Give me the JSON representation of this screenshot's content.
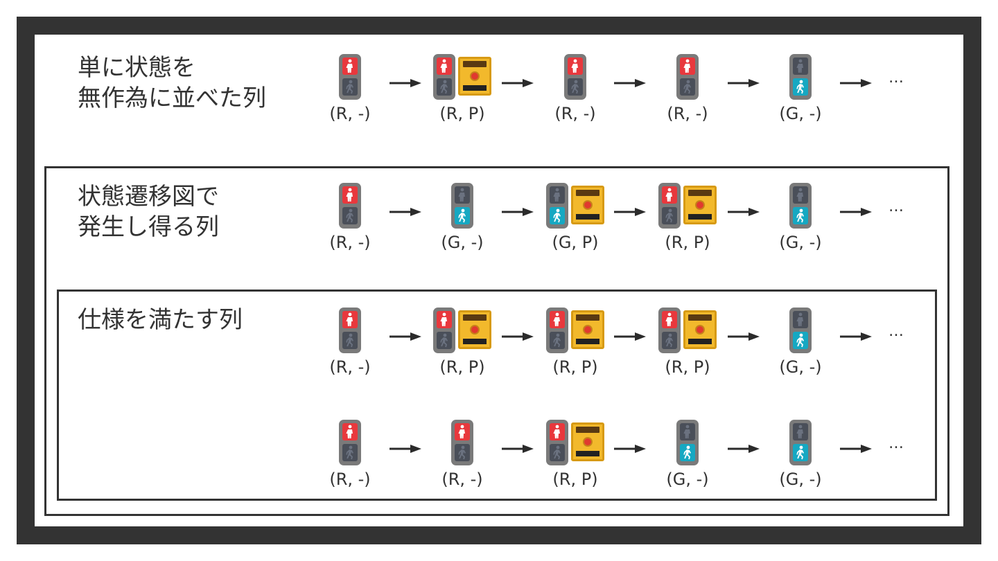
{
  "colors": {
    "frame": "#333333",
    "red_on": "#e8383d",
    "lamp_off": "#4a4f59",
    "green_on": "#16a8c2",
    "button_panel": "#f2b92c"
  },
  "sections": [
    {
      "title": "単に状態を\n無作為に並べた列",
      "rows": [
        {
          "states": [
            {
              "light": "R",
              "button": false,
              "label": "(R, -)"
            },
            {
              "light": "R",
              "button": true,
              "label": "(R, P)"
            },
            {
              "light": "R",
              "button": false,
              "label": "(R, -)"
            },
            {
              "light": "R",
              "button": false,
              "label": "(R, -)"
            },
            {
              "light": "G",
              "button": false,
              "label": "(G, -)"
            }
          ]
        }
      ]
    },
    {
      "title": "状態遷移図で\n発生し得る列",
      "rows": [
        {
          "states": [
            {
              "light": "R",
              "button": false,
              "label": "(R, -)"
            },
            {
              "light": "G",
              "button": false,
              "label": "(G, -)"
            },
            {
              "light": "G",
              "button": true,
              "label": "(G, P)"
            },
            {
              "light": "R",
              "button": true,
              "label": "(R, P)"
            },
            {
              "light": "G",
              "button": false,
              "label": "(G, -)"
            }
          ]
        }
      ]
    },
    {
      "title": "仕様を満たす列",
      "rows": [
        {
          "states": [
            {
              "light": "R",
              "button": false,
              "label": "(R, -)"
            },
            {
              "light": "R",
              "button": true,
              "label": "(R, P)"
            },
            {
              "light": "R",
              "button": true,
              "label": "(R, P)"
            },
            {
              "light": "R",
              "button": true,
              "label": "(R, P)"
            },
            {
              "light": "G",
              "button": false,
              "label": "(G, -)"
            }
          ]
        },
        {
          "states": [
            {
              "light": "R",
              "button": false,
              "label": "(R, -)"
            },
            {
              "light": "R",
              "button": false,
              "label": "(R, -)"
            },
            {
              "light": "R",
              "button": true,
              "label": "(R, P)"
            },
            {
              "light": "G",
              "button": false,
              "label": "(G, -)"
            },
            {
              "light": "G",
              "button": false,
              "label": "(G, -)"
            }
          ]
        }
      ]
    }
  ],
  "ellipsis": "…"
}
